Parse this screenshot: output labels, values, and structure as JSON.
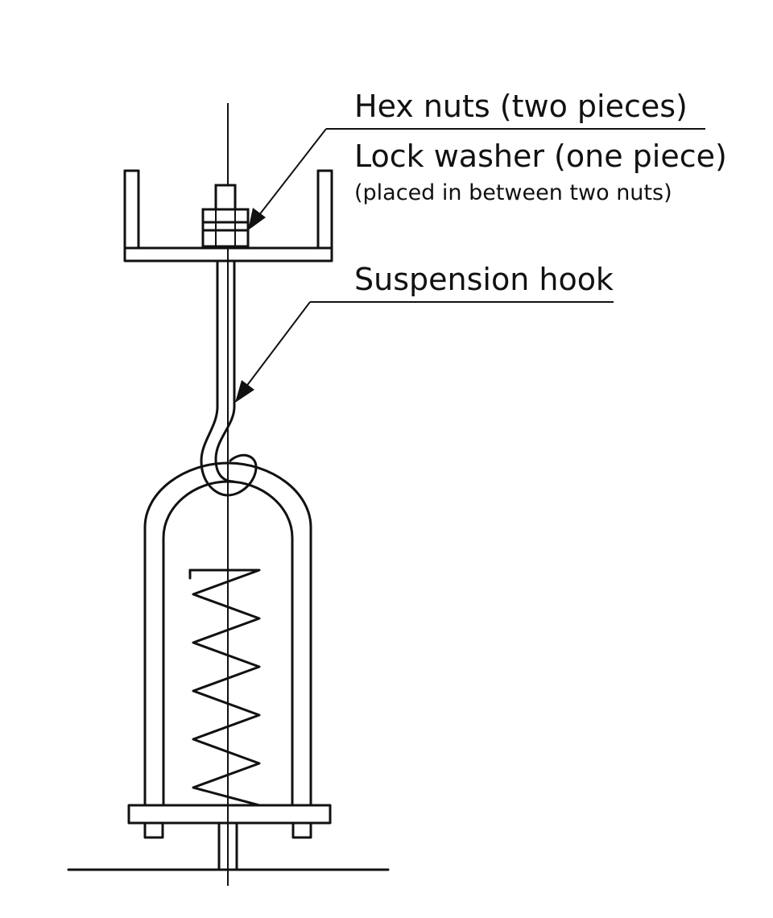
{
  "labels": {
    "hex_nuts": "Hex nuts (two pieces)",
    "lock_washer": "Lock washer (one piece)",
    "lock_washer_note": "(placed in between two nuts)",
    "suspension_hook": "Suspension hook"
  },
  "colors": {
    "line": "#111111",
    "background": "#ffffff"
  }
}
